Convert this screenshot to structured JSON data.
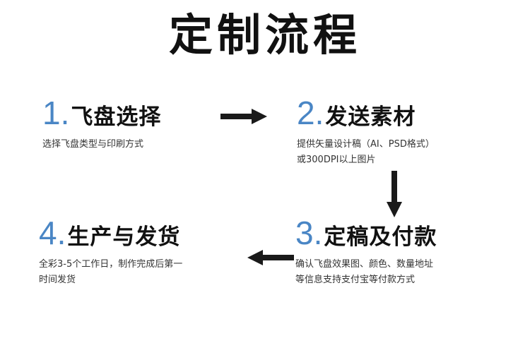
{
  "title": "定制流程",
  "colors": {
    "accent_number": "#4a86c5",
    "arrow": "#1a1a1a",
    "text": "#111111"
  },
  "steps": [
    {
      "number": "1",
      "title": "飞盘选择",
      "desc_lines": [
        "选择飞盘类型与印刷方式"
      ]
    },
    {
      "number": "2",
      "title": "发送素材",
      "desc_lines": [
        "提供矢量设计稿（AI、PSD格式）",
        "或300DPI以上图片"
      ]
    },
    {
      "number": "3",
      "title": "定稿及付款",
      "desc_lines": [
        "确认飞盘效果图、颜色、数量地址",
        "等信息支持支付宝等付款方式"
      ]
    },
    {
      "number": "4",
      "title": "生产与发货",
      "desc_lines": [
        "全彩3-5个工作日，制作完成后第一",
        "时间发货"
      ]
    }
  ],
  "arrows": [
    "arrow-right-icon",
    "arrow-down-icon",
    "arrow-left-icon"
  ]
}
